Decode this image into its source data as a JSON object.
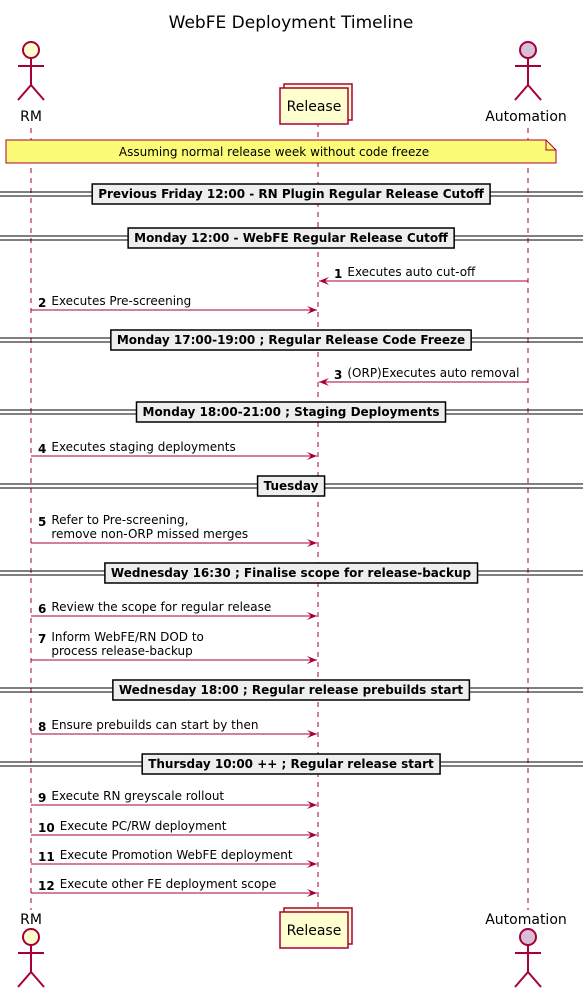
{
  "title": "WebFE Deployment Timeline",
  "participants": {
    "rm": "RM",
    "release": "Release",
    "automation": "Automation"
  },
  "note": "Assuming normal release week without code freeze",
  "colors": {
    "arrow": "#A80036",
    "actor_fill": "#FEFECE",
    "automation_fill": "#D8BFD8",
    "note_fill": "#FBFB77",
    "divider_fill": "#EEEEEE"
  },
  "events": [
    {
      "kind": "divider",
      "text": "Previous Friday 12:00 - RN Plugin Regular Release Cutoff"
    },
    {
      "kind": "divider",
      "text": "Monday 12:00 - WebFE Regular Release Cutoff"
    },
    {
      "kind": "message",
      "num": "1",
      "from": "automation",
      "to": "release",
      "lines": [
        "Executes auto cut-off"
      ]
    },
    {
      "kind": "message",
      "num": "2",
      "from": "rm",
      "to": "release",
      "lines": [
        "Executes Pre-screening"
      ]
    },
    {
      "kind": "divider",
      "text": "Monday 17:00-19:00 ; Regular Release Code Freeze"
    },
    {
      "kind": "message",
      "num": "3",
      "from": "automation",
      "to": "release",
      "lines": [
        "(ORP)Executes auto removal"
      ]
    },
    {
      "kind": "divider",
      "text": "Monday 18:00-21:00 ; Staging Deployments"
    },
    {
      "kind": "message",
      "num": "4",
      "from": "rm",
      "to": "release",
      "lines": [
        "Executes staging deployments"
      ]
    },
    {
      "kind": "divider",
      "text": "Tuesday"
    },
    {
      "kind": "message",
      "num": "5",
      "from": "rm",
      "to": "release",
      "lines": [
        "Refer to Pre-screening,",
        "remove non-ORP missed merges"
      ]
    },
    {
      "kind": "divider",
      "text": "Wednesday 16:30 ; Finalise scope for release-backup"
    },
    {
      "kind": "message",
      "num": "6",
      "from": "rm",
      "to": "release",
      "lines": [
        "Review the scope for regular release"
      ]
    },
    {
      "kind": "message",
      "num": "7",
      "from": "rm",
      "to": "release",
      "lines": [
        "Inform WebFE/RN DOD to",
        "process release-backup"
      ]
    },
    {
      "kind": "divider",
      "text": "Wednesday 18:00 ; Regular release prebuilds start"
    },
    {
      "kind": "message",
      "num": "8",
      "from": "rm",
      "to": "release",
      "lines": [
        "Ensure prebuilds can start by then"
      ]
    },
    {
      "kind": "divider",
      "text": "Thursday 10:00 ++ ; Regular release start"
    },
    {
      "kind": "message",
      "num": "9",
      "from": "rm",
      "to": "release",
      "lines": [
        "Execute RN greyscale rollout"
      ]
    },
    {
      "kind": "message",
      "num": "10",
      "from": "rm",
      "to": "release",
      "lines": [
        "Execute PC/RW deployment"
      ]
    },
    {
      "kind": "message",
      "num": "11",
      "from": "rm",
      "to": "release",
      "lines": [
        "Execute Promotion WebFE deployment"
      ]
    },
    {
      "kind": "message",
      "num": "12",
      "from": "rm",
      "to": "release",
      "lines": [
        "Execute other FE deployment scope"
      ]
    }
  ]
}
